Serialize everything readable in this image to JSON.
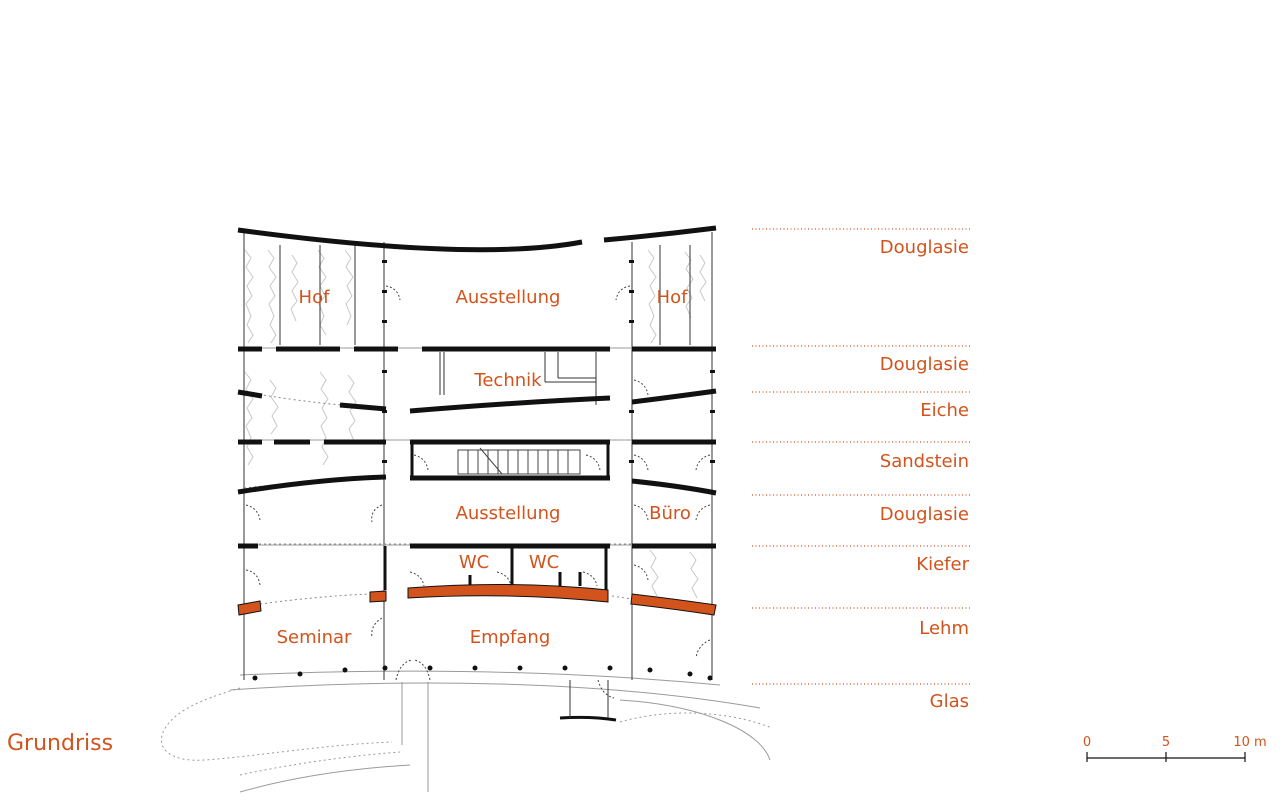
{
  "caption": "Grundriss",
  "rooms": {
    "hof_left": "Hof",
    "ausstellung_top": "Ausstellung",
    "hof_right": "Hof",
    "technik": "Technik",
    "ausstellung_mid": "Ausstellung",
    "buero": "Büro",
    "wc_left": "WC",
    "wc_right": "WC",
    "seminar": "Seminar",
    "empfang": "Empfang"
  },
  "materials": [
    "Douglasie",
    "Douglasie",
    "Eiche",
    "Sandstein",
    "Douglasie",
    "Kiefer",
    "Lehm",
    "Glas"
  ],
  "scale": {
    "ticks": [
      "0",
      "5",
      "10 m"
    ]
  },
  "colors": {
    "accent": "#d2531c",
    "ink": "#111111"
  }
}
